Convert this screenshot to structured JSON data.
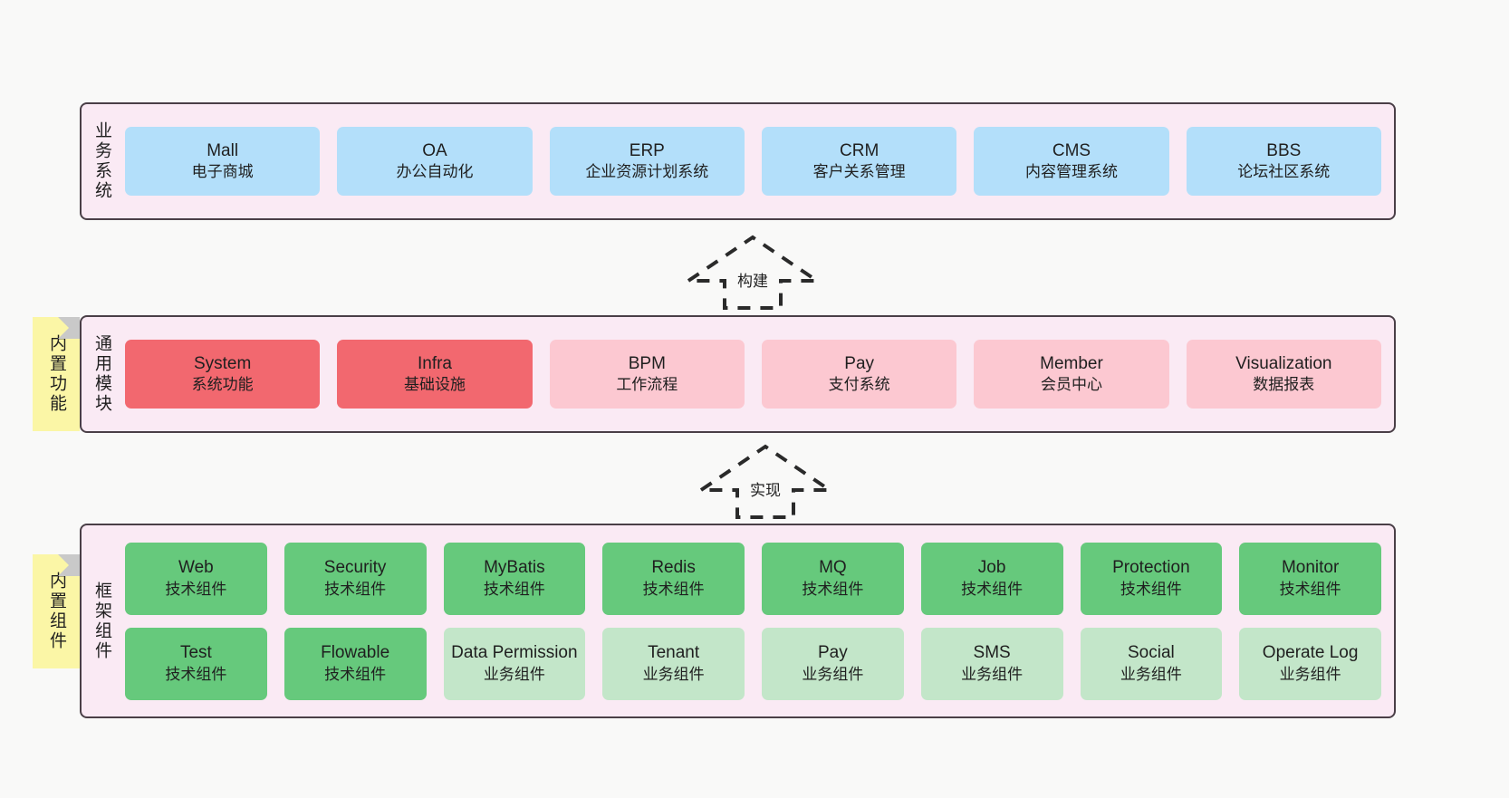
{
  "diagram": {
    "background_color": "#f9f9f8",
    "panel_color": "#faeaf4",
    "panel_border_color": "#4a3f47",
    "sticky_color": "#fbf6a6"
  },
  "layers": [
    {
      "id": "business",
      "title": "业务系统",
      "accent": "#b3dffa",
      "rows": [
        {
          "cards": [
            {
              "name": "Mall",
              "desc": "电子商城",
              "color": "#b3dffa"
            },
            {
              "name": "OA",
              "desc": "办公自动化",
              "color": "#b3dffa"
            },
            {
              "name": "ERP",
              "desc": "企业资源计划系统",
              "color": "#b3dffa"
            },
            {
              "name": "CRM",
              "desc": "客户关系管理",
              "color": "#b3dffa"
            },
            {
              "name": "CMS",
              "desc": "内容管理系统",
              "color": "#b3dffa"
            },
            {
              "name": "BBS",
              "desc": "论坛社区系统",
              "color": "#b3dffa"
            }
          ]
        }
      ]
    },
    {
      "id": "modules",
      "title": "通用模块",
      "sticky": "内置功能",
      "accent": "#f2686f",
      "rows": [
        {
          "cards": [
            {
              "name": "System",
              "desc": "系统功能",
              "color": "#f2686f"
            },
            {
              "name": "Infra",
              "desc": "基础设施",
              "color": "#f2686f"
            },
            {
              "name": "BPM",
              "desc": "工作流程",
              "color": "#fcc8d1"
            },
            {
              "name": "Pay",
              "desc": "支付系统",
              "color": "#fcc8d1"
            },
            {
              "name": "Member",
              "desc": "会员中心",
              "color": "#fcc8d1"
            },
            {
              "name": "Visualization",
              "desc": "数据报表",
              "color": "#fcc8d1"
            }
          ]
        }
      ]
    },
    {
      "id": "framework",
      "title": "框架组件",
      "sticky": "内置组件",
      "accent": "#66c97c",
      "rows": [
        {
          "cards": [
            {
              "name": "Web",
              "desc": "技术组件",
              "color": "#66c97c"
            },
            {
              "name": "Security",
              "desc": "技术组件",
              "color": "#66c97c"
            },
            {
              "name": "MyBatis",
              "desc": "技术组件",
              "color": "#66c97c"
            },
            {
              "name": "Redis",
              "desc": "技术组件",
              "color": "#66c97c"
            },
            {
              "name": "MQ",
              "desc": "技术组件",
              "color": "#66c97c"
            },
            {
              "name": "Job",
              "desc": "技术组件",
              "color": "#66c97c"
            },
            {
              "name": "Protection",
              "desc": "技术组件",
              "color": "#66c97c"
            },
            {
              "name": "Monitor",
              "desc": "技术组件",
              "color": "#66c97c"
            }
          ]
        },
        {
          "cards": [
            {
              "name": "Test",
              "desc": "技术组件",
              "color": "#66c97c"
            },
            {
              "name": "Flowable",
              "desc": "技术组件",
              "color": "#66c97c"
            },
            {
              "name": "Data Permission",
              "desc": "业务组件",
              "color": "#c3e6c9"
            },
            {
              "name": "Tenant",
              "desc": "业务组件",
              "color": "#c3e6c9"
            },
            {
              "name": "Pay",
              "desc": "业务组件",
              "color": "#c3e6c9"
            },
            {
              "name": "SMS",
              "desc": "业务组件",
              "color": "#c3e6c9"
            },
            {
              "name": "Social",
              "desc": "业务组件",
              "color": "#c3e6c9"
            },
            {
              "name": "Operate Log",
              "desc": "业务组件",
              "color": "#c3e6c9"
            }
          ]
        }
      ]
    }
  ],
  "connectors": [
    {
      "id": "build",
      "label": "构建",
      "from": "modules",
      "to": "business",
      "style": "dashed-block-arrow-up"
    },
    {
      "id": "impl",
      "label": "实现",
      "from": "framework",
      "to": "modules",
      "style": "dashed-block-arrow-up"
    }
  ]
}
